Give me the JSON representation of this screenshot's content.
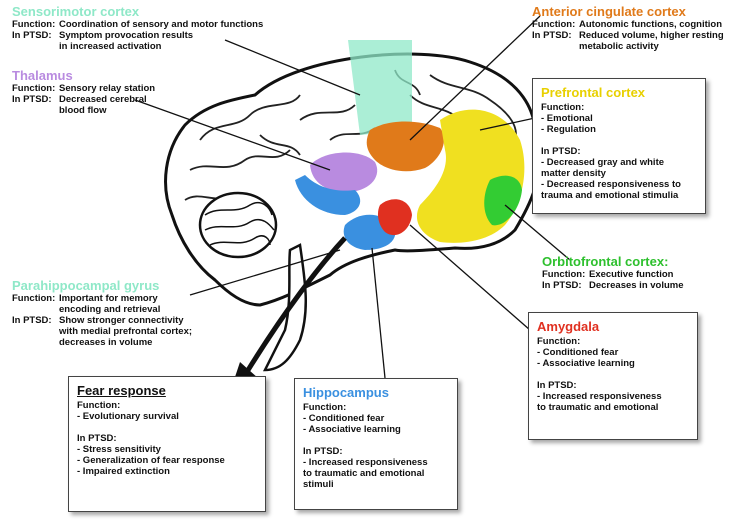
{
  "colors": {
    "sensorimotor": "#8fe8c8",
    "anterior_cingulate": "#e07a1a",
    "thalamus": "#b98be0",
    "prefrontal": "#f0e020",
    "orbitofrontal": "#33cc33",
    "parahippocampal": "#8fe8c8",
    "amygdala": "#e03020",
    "hippocampus": "#3a90e0",
    "fear_title": "#111111"
  },
  "sensorimotor": {
    "title": "Sensorimotor cortex",
    "function_key": "Function:",
    "function_val": "Coordination of sensory and motor functions",
    "ptsd_key": "In PTSD:",
    "ptsd_val": "Symptom provocation results\nin increased activation"
  },
  "anterior_cingulate": {
    "title": "Anterior cingulate cortex",
    "function_key": "Function:",
    "function_val": "Autonomic functions, cognition",
    "ptsd_key": "In PTSD:",
    "ptsd_val": "Reduced volume, higher resting\nmetabolic activity"
  },
  "thalamus": {
    "title": "Thalamus",
    "function_key": "Function:",
    "function_val": "Sensory relay station",
    "ptsd_key": "In PTSD:",
    "ptsd_val": "Decreased cerebral\nblood flow"
  },
  "prefrontal": {
    "title": "Prefrontal cortex",
    "function_header": "Function:",
    "function_items": "- Emotional\n- Regulation",
    "ptsd_header": "In PTSD:",
    "ptsd_items": "- Decreased gray and white\n  matter density\n- Decreased responsiveness to\n  trauma and emotional stimulia"
  },
  "orbitofrontal": {
    "title": "Orbitofrontal cortex:",
    "function_key": "Function:",
    "function_val": "Executive function",
    "ptsd_key": "In PTSD:",
    "ptsd_val": "Decreases in volume"
  },
  "parahippocampal": {
    "title": "Parahippocampal gyrus",
    "function_key": "Function:",
    "function_val": "Important for memory\nencoding and retrieval",
    "ptsd_key": "In PTSD:",
    "ptsd_val": "Show stronger connectivity\nwith medial prefrontal cortex;\ndecreases in volume"
  },
  "amygdala": {
    "title": "Amygdala",
    "function_header": "Function:",
    "function_items": "- Conditioned fear\n- Associative learning",
    "ptsd_header": "In PTSD:",
    "ptsd_items": "- Increased responsiveness\n  to traumatic and emotional"
  },
  "hippocampus": {
    "title": "Hippocampus",
    "function_header": "Function:",
    "function_items": "- Conditioned fear\n- Associative learning",
    "ptsd_header": "In PTSD:",
    "ptsd_items": "- Increased responsiveness\n  to traumatic and emotional\n  stimuli"
  },
  "fear": {
    "title": "Fear response",
    "function_header": "Function:",
    "function_items": "- Evolutionary survival",
    "ptsd_header": "In PTSD:",
    "ptsd_items": "- Stress sensitivity\n- Generalization of fear response\n- Impaired extinction"
  }
}
